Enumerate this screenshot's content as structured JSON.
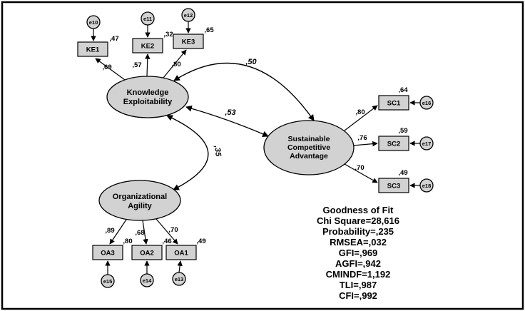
{
  "diagram": {
    "latents": {
      "KE": {
        "line1": "Knowledge",
        "line2": "Exploitability"
      },
      "SCA": {
        "line1": "Sustainable",
        "line2": "Competitive",
        "line3": "Advantage"
      },
      "OA": {
        "line1": "Organizational",
        "line2": "Agility"
      }
    },
    "indicators": {
      "KE1": {
        "label": "KE1",
        "loading": ",69",
        "r2": ",47",
        "error": "e10"
      },
      "KE2": {
        "label": "KE2",
        "loading": ",57",
        "r2": ",32",
        "error": "e11"
      },
      "KE3": {
        "label": "KE3",
        "loading": ",80",
        "r2": ",65",
        "error": "e12"
      },
      "SC1": {
        "label": "SC1",
        "loading": ",80",
        "r2": ",64",
        "error": "e16"
      },
      "SC2": {
        "label": "SC2",
        "loading": ",76",
        "r2": ",59",
        "error": "e17"
      },
      "SC3": {
        "label": "SC3",
        "loading": ",70",
        "r2": ",49",
        "error": "e18"
      },
      "OA3": {
        "label": "OA3",
        "loading": ",89",
        "r2": ",80",
        "error": "e15"
      },
      "OA2": {
        "label": "OA2",
        "loading": ",68",
        "r2": ",46",
        "error": "e14"
      },
      "OA1": {
        "label": "OA1",
        "loading": ",70",
        "r2": ",49",
        "error": "e13"
      }
    },
    "paths": {
      "KE_SCA_arc": {
        "label": ",50"
      },
      "KE_SCA_direct": {
        "label": ",53"
      },
      "KE_OA_cov": {
        "label": ",35"
      }
    },
    "fit": {
      "title": "Goodness of Fit",
      "chi_square": "Chi Square=28,616",
      "probability": "Probability=,235",
      "rmsea": "RMSEA=,032",
      "gfi": "GFI=,969",
      "agfi": "AGFI=,942",
      "cmindf": "CMINDF=1,192",
      "tli": "TLI=,987",
      "cfi": "CFI=,992"
    },
    "colors": {
      "shape_fill": "#d2d2d2",
      "stroke": "#000000",
      "background": "#ffffff"
    }
  }
}
